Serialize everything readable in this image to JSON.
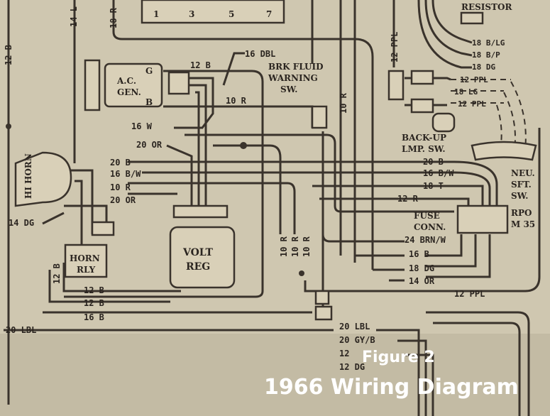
{
  "caption": {
    "line1": "Figure 2",
    "line2": "1966 Wiring Diagram"
  },
  "components": {
    "ac_gen": [
      "A.C.",
      "GEN."
    ],
    "ac_gen_g": "G",
    "ac_gen_b": "B",
    "horn": "HI HORN",
    "horn_relay": [
      "HORN",
      "RLY"
    ],
    "volt_reg": [
      "VOLT",
      "REG"
    ],
    "brk_fluid": [
      "BRK FLUID",
      "WARNING",
      "SW."
    ],
    "backup_sw": [
      "BACK-UP",
      "LMP. SW."
    ],
    "fuse_conn": [
      "FUSE",
      "CONN."
    ],
    "neu_sft_sw": [
      "NEU.",
      "SFT.",
      "SW."
    ],
    "rpo": [
      "RPO",
      "M 35"
    ],
    "resistor": "RESISTOR",
    "top_box_digits": [
      "1",
      "3",
      "5",
      "7"
    ]
  },
  "wire_labels": {
    "w12b_gen": "12 B",
    "w16dbl": "16 DBL",
    "w10r_top": "10 R",
    "w16w": "16 W",
    "w20or_mid": "20 OR",
    "w20b_left": "20 B",
    "w16bw_left": "16 B/W",
    "w10r_left": "10 R",
    "w20or_left": "20 OR",
    "w14dg": "14 DG",
    "w12b_a": "12 B",
    "w12b_b": "12 B",
    "w16b_left": "16 B",
    "w20lbl_left": "20 LBL",
    "w20b_right": "20 B",
    "w16bw_right": "16 B/W",
    "w18t": "18 T",
    "w12r": "12 R",
    "w24brnw": "24 BRN/W",
    "w16b_right": "16 B",
    "w18dg_right": "18 DG",
    "w14or": "14 OR",
    "w12ppl_bottom": "12 PPL",
    "w20lbl_right": "20 LBL",
    "w20gyb": "20 GY/B",
    "w12_bottom": "12",
    "w12dg_bottom": "12 DG",
    "w18blg": "18 B/LG",
    "w18bp": "18 B/P",
    "w18dg_top": "18 DG",
    "w12ppl_a": "12 PPL",
    "w18lg": "18 LG",
    "w12ppl_b": "12 PPL",
    "w12ppl_vert": "12 PPL",
    "w14l_vert": "14 L",
    "w18r_vert": "18 R",
    "w12b_vert": "12 B",
    "w10r_vert": "10 R",
    "w12b_low_vert": "12 B",
    "w10r_v1": "10 R",
    "w10r_v2": "10 R",
    "w10r_v3": "10 R"
  }
}
